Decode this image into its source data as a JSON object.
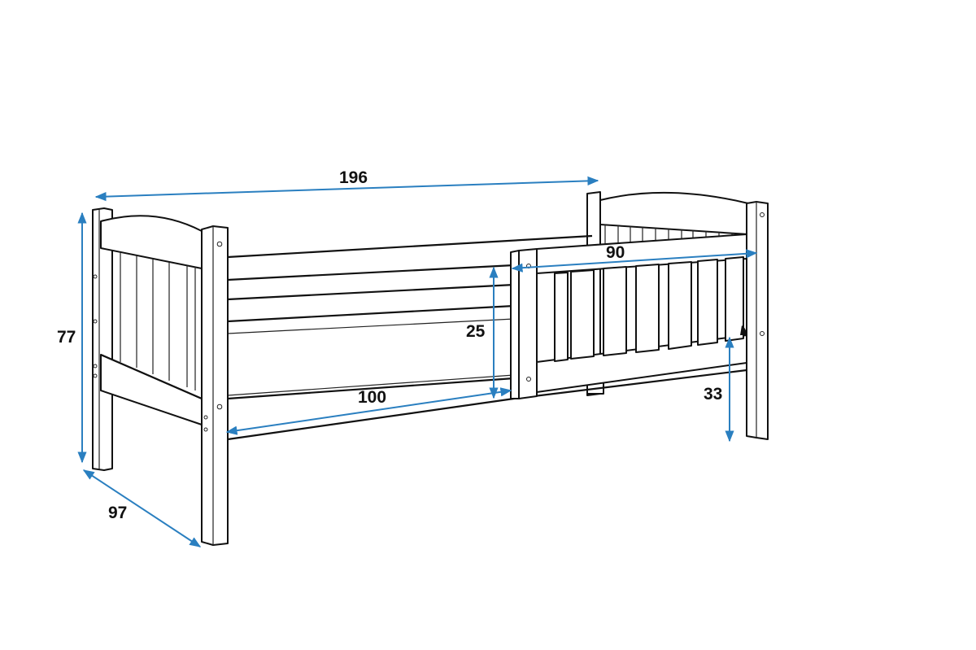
{
  "diagram": {
    "subject": "Single bed with removable safety side rail — dimension drawing",
    "units": "cm",
    "colors": {
      "line": "#111111",
      "dimension": "#2a7fc0",
      "background": "#ffffff"
    },
    "dimensions": {
      "length": {
        "label": "196",
        "description": "overall bed length"
      },
      "height": {
        "label": "77",
        "description": "overall headboard height"
      },
      "width": {
        "label": "97",
        "description": "overall bed width"
      },
      "open_side_length": {
        "label": "100",
        "description": "open side length (without rail)"
      },
      "side_height": {
        "label": "25",
        "description": "side board height above mattress base"
      },
      "rail_length": {
        "label": "90",
        "description": "safety rail length"
      },
      "floor_clearance": {
        "label": "33",
        "description": "height from floor to rail bottom"
      }
    }
  }
}
